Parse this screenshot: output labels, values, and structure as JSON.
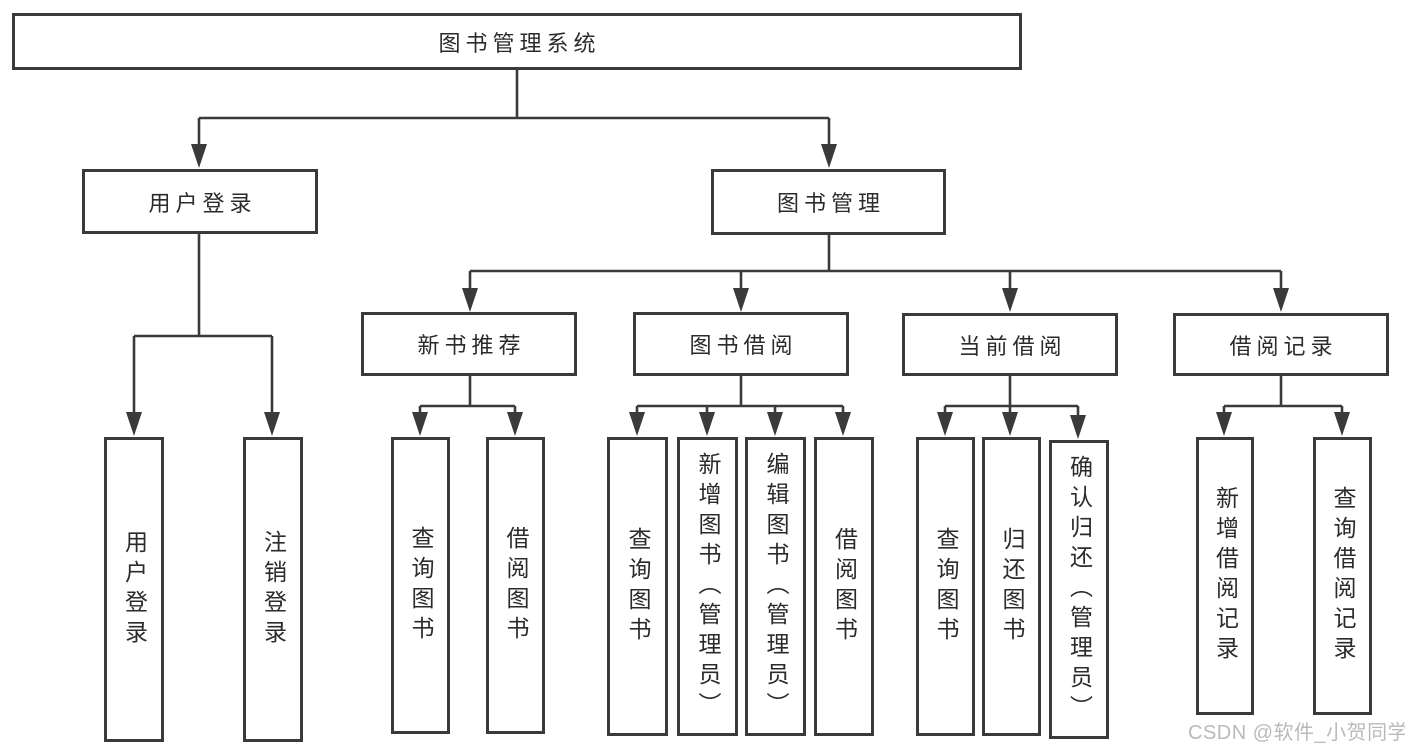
{
  "diagram": {
    "type": "hierarchy-tree",
    "title": "图书管理系统",
    "nodes": {
      "root": {
        "label": "图书管理系统"
      },
      "level2": [
        {
          "label": "用户登录"
        },
        {
          "label": "图书管理"
        }
      ],
      "level3": [
        {
          "label": "新书推荐"
        },
        {
          "label": "图书借阅"
        },
        {
          "label": "当前借阅"
        },
        {
          "label": "借阅记录"
        }
      ],
      "leaves": {
        "user_login": [
          {
            "label": "用户登录"
          },
          {
            "label": "注销登录"
          }
        ],
        "new_book_recommend": [
          {
            "label": "查询图书"
          },
          {
            "label": "借阅图书"
          }
        ],
        "book_borrow": [
          {
            "label": "查询图书"
          },
          {
            "label": "新增图书（管理员）"
          },
          {
            "label": "编辑图书（管理员）"
          },
          {
            "label": "借阅图书"
          }
        ],
        "current_borrow": [
          {
            "label": "查询图书"
          },
          {
            "label": "归还图书"
          },
          {
            "label": "确认归还（管理员）"
          }
        ],
        "borrow_records": [
          {
            "label": "新增借阅记录"
          },
          {
            "label": "查询借阅记录"
          }
        ]
      }
    },
    "edges": [
      "图书管理系统→用户登录",
      "图书管理系统→图书管理",
      "用户登录→用户登录",
      "用户登录→注销登录",
      "图书管理→新书推荐",
      "图书管理→图书借阅",
      "图书管理→当前借阅",
      "图书管理→借阅记录",
      "新书推荐→查询图书",
      "新书推荐→借阅图书",
      "图书借阅→查询图书",
      "图书借阅→新增图书（管理员）",
      "图书借阅→编辑图书（管理员）",
      "图书借阅→借阅图书",
      "当前借阅→查询图书",
      "当前借阅→归还图书",
      "当前借阅→确认归还（管理员）",
      "借阅记录→新增借阅记录",
      "借阅记录→查询借阅记录"
    ],
    "colors": {
      "line": "#3a3a3a",
      "box_border": "#3a3a3a",
      "text": "#2b2b2b",
      "background": "#ffffff",
      "watermark": "#b4b4b4"
    },
    "watermark": "CSDN @软件_小贺同学"
  }
}
